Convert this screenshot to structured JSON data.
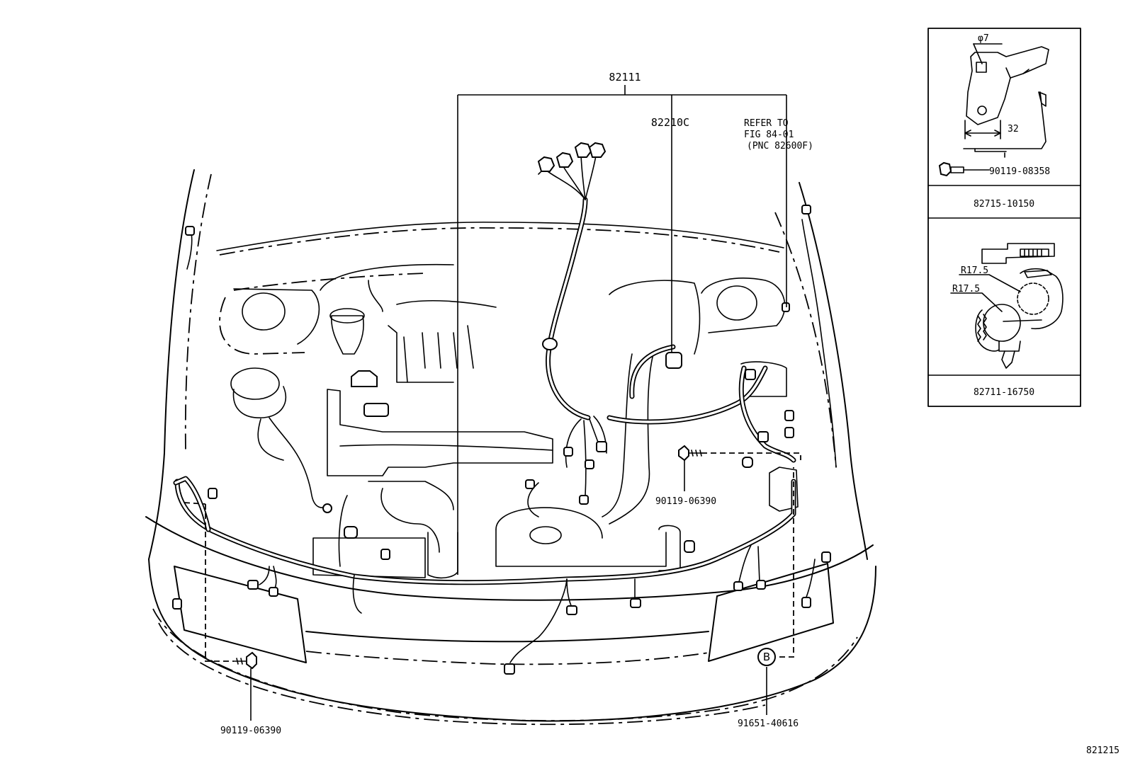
{
  "figure": {
    "figure_number": "821215"
  },
  "callouts": {
    "harness_main": "82111",
    "harness_sub": "82210C",
    "refer_line1": "REFER TO",
    "refer_line2": "FIG 84-01",
    "refer_line3": "(PNC 82600F)",
    "bolt_center": "90119-06390",
    "bolt_left": "90119-06390",
    "clip_b": "91651-40616",
    "circle_b_letter": "B"
  },
  "inset_bracket": {
    "dim_hole": "φ7",
    "dim_width": "32",
    "bolt_part": "90119-08358",
    "part_number": "82715-10150"
  },
  "inset_clamp": {
    "radius_1": "R17.5",
    "radius_2": "R17.5",
    "part_number": "82711-16750"
  }
}
